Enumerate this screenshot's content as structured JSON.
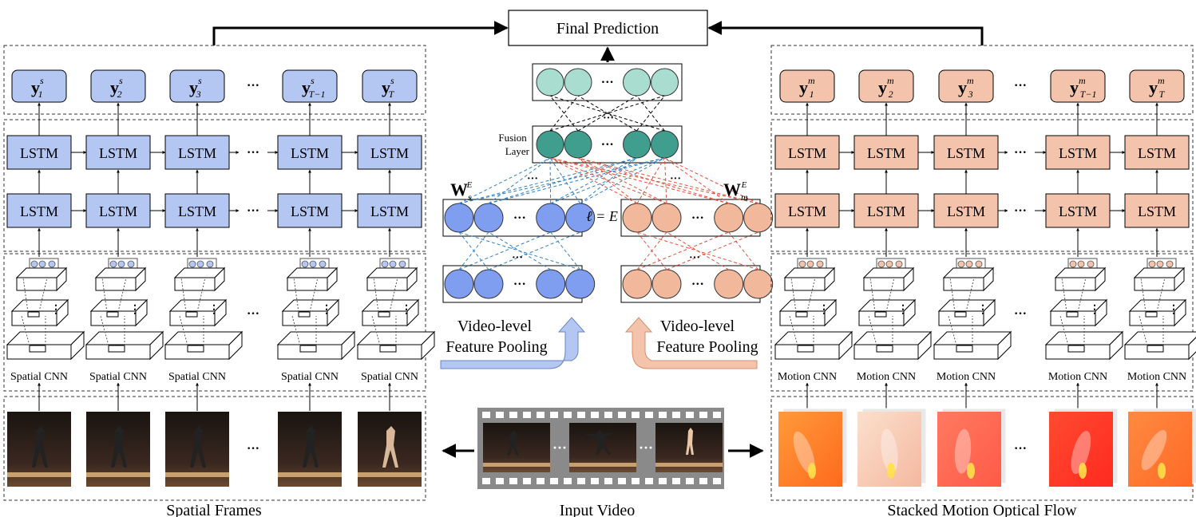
{
  "final_prediction": "Final Prediction",
  "fusion_layer_label": [
    "Fusion",
    "Layer"
  ],
  "ellipsis": "···",
  "layer_equation": "ℓ = E",
  "weights": {
    "spatial": {
      "base": "W",
      "sub": "s",
      "sup": "E"
    },
    "motion": {
      "base": "W",
      "sub": "m",
      "sup": "E"
    }
  },
  "pooling": {
    "left": [
      "Video-level",
      "Feature Pooling"
    ],
    "right": [
      "Video-level",
      "Feature Pooling"
    ]
  },
  "spatial": {
    "outputs": [
      {
        "base": "y",
        "sup": "s",
        "sub": "1"
      },
      {
        "base": "y",
        "sup": "s",
        "sub": "2"
      },
      {
        "base": "y",
        "sup": "s",
        "sub": "3"
      },
      {
        "base": "y",
        "sup": "s",
        "sub": "T−1"
      },
      {
        "base": "y",
        "sup": "s",
        "sub": "T"
      }
    ],
    "lstm_label": "LSTM",
    "cnn_label": "Spatial CNN",
    "section_title": "Spatial Frames",
    "color": "#b4c7f2"
  },
  "motion": {
    "outputs": [
      {
        "base": "y",
        "sup": "m",
        "sub": "1"
      },
      {
        "base": "y",
        "sup": "m",
        "sub": "2"
      },
      {
        "base": "y",
        "sup": "m",
        "sub": "3"
      },
      {
        "base": "y",
        "sup": "m",
        "sub": "T−1"
      },
      {
        "base": "y",
        "sup": "m",
        "sub": "T"
      }
    ],
    "lstm_label": "LSTM",
    "cnn_label": "Motion CNN",
    "section_title": "Stacked Motion Optical Flow",
    "color": "#f3c4ab"
  },
  "input_video_label": "Input Video",
  "colors": {
    "spatial_node": "#7f9ef0",
    "motion_node": "#f2b89c",
    "fusion_node": "#3f9e8e",
    "top_node": "#a9ddd0",
    "spatial_line": "#2f7fc1",
    "motion_line": "#e0503a"
  }
}
